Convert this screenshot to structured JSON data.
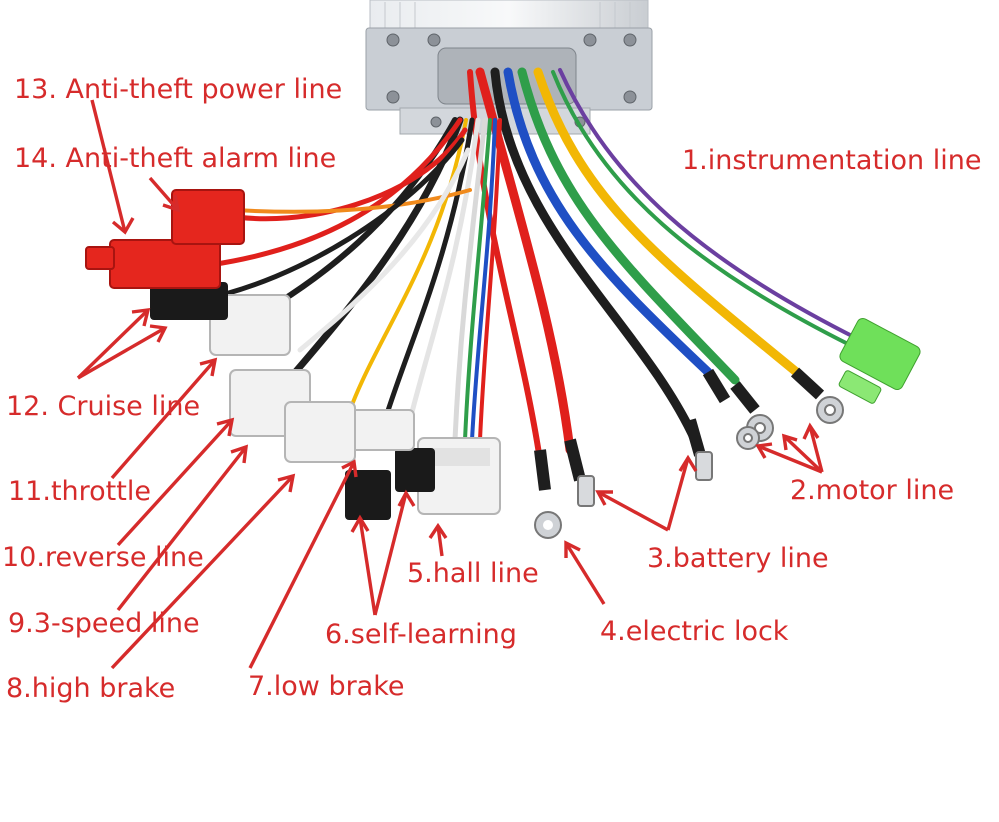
{
  "colors": {
    "label": "#d62b2b",
    "arrow": "#d62b2b",
    "housing": "#cfd3d8",
    "wires": {
      "red": "#e0201c",
      "black": "#1e1e1e",
      "yellow": "#f2b705",
      "green": "#2f9e4a",
      "blue": "#1f4fc4",
      "purple": "#6b3fa0",
      "white": "#f4f4f4",
      "orange": "#f08a1c"
    },
    "connector_green": "#6fe05a",
    "connector_red": "#e5261e",
    "connector_white": "#f2f2f2",
    "connector_black": "#1a1a1a"
  },
  "labels": {
    "l1": "1.instrumentation line",
    "l2": "2.motor line",
    "l3": "3.battery line",
    "l4": "4.electric lock",
    "l5": "5.hall line",
    "l6": "6.self-learning",
    "l7": "7.low brake",
    "l8": "8.high brake",
    "l9": "9.3-speed line",
    "l10": "10.reverse line",
    "l11": "11.throttle",
    "l12": "12. Cruise line",
    "l13": "13. Anti-theft power line",
    "l14": "14. Anti-theft alarm line"
  }
}
